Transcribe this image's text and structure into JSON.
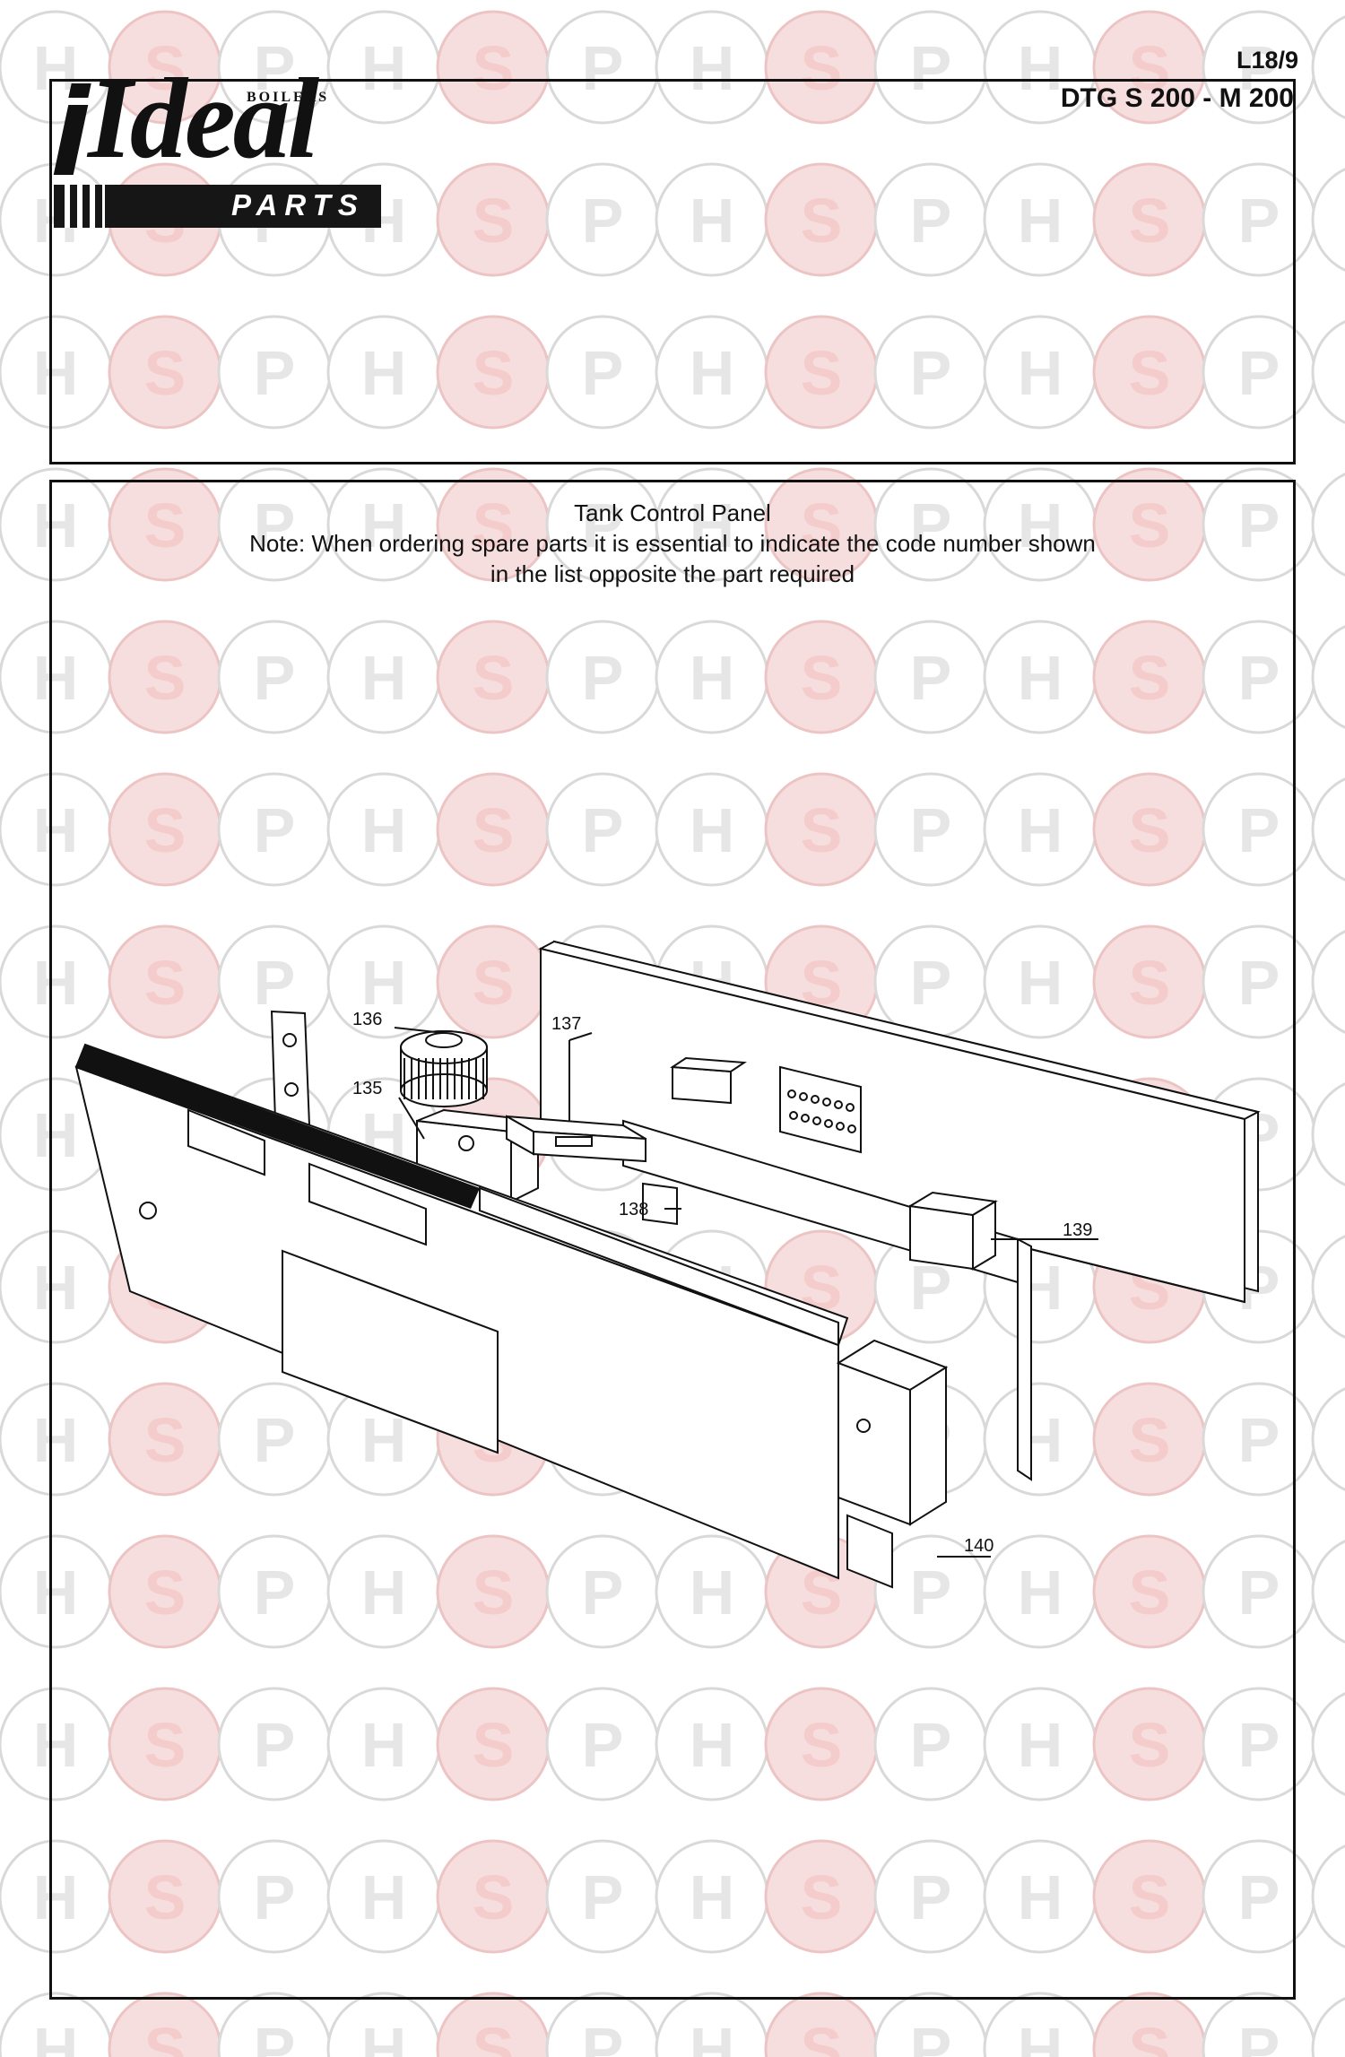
{
  "header": {
    "code": "L18/9",
    "model": "DTG S 200 - M 200"
  },
  "logo": {
    "word": "Ideal",
    "small": "BOILERS",
    "sub": "PARTS"
  },
  "watermark": {
    "letters": [
      "H",
      "S",
      "P"
    ]
  },
  "diagram": {
    "title": "Tank Control Panel",
    "note_line1": "Note: When ordering spare parts it is essential to indicate the code number shown",
    "note_line2": "in the list opposite the part required",
    "callouts": [
      "135",
      "136",
      "137",
      "138",
      "139",
      "140"
    ]
  }
}
